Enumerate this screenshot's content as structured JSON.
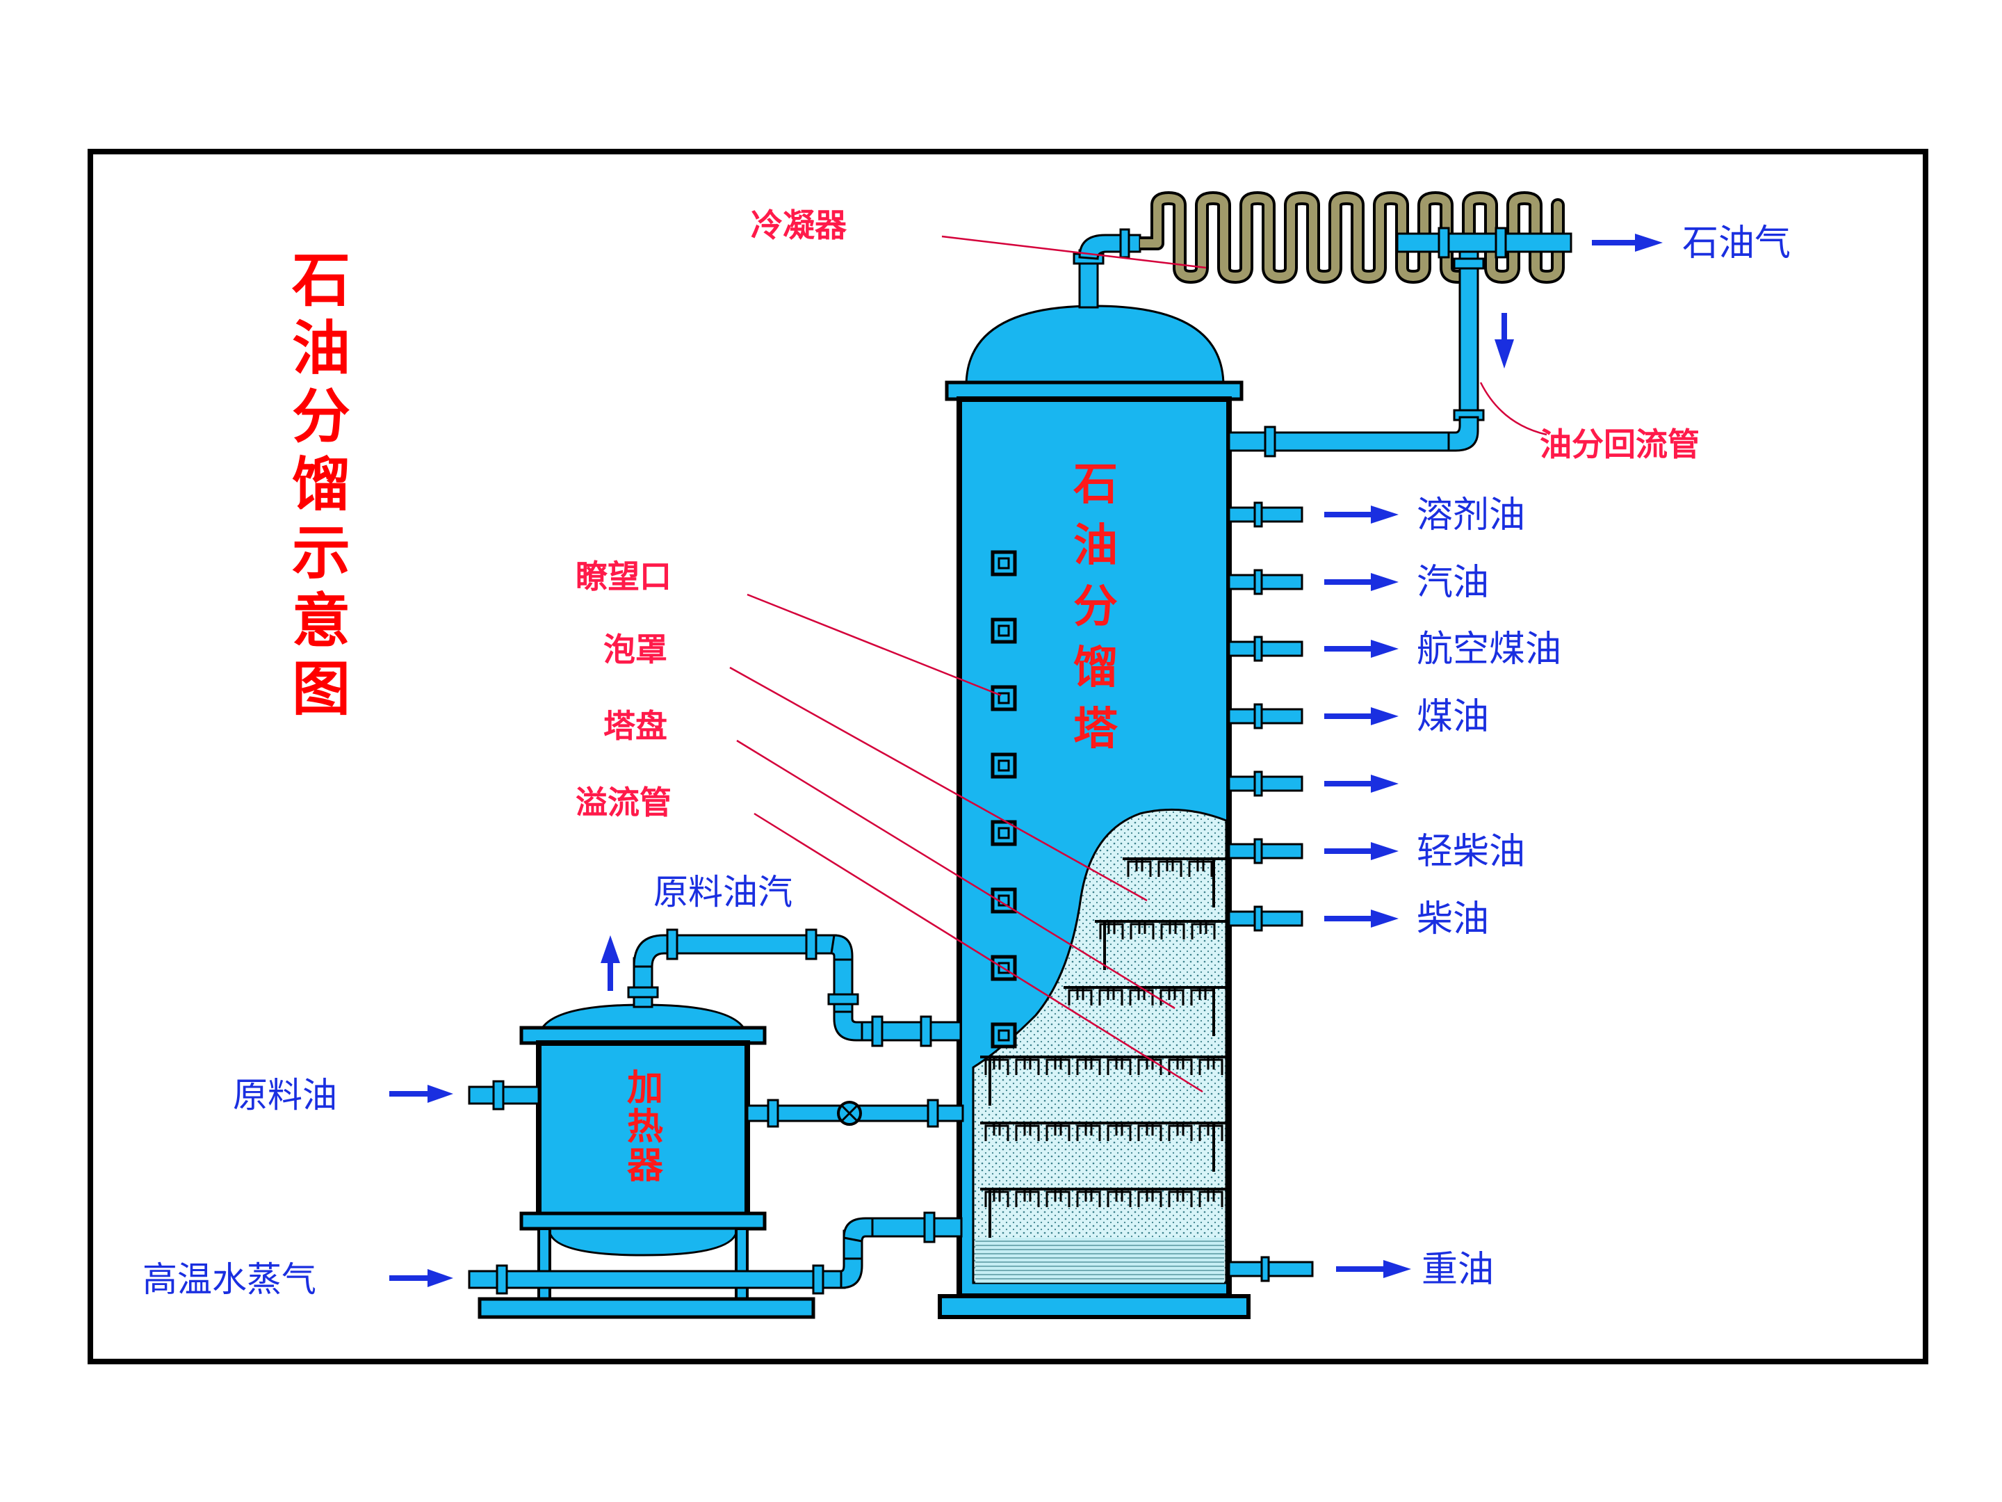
{
  "title_chars": [
    "石",
    "油",
    "分",
    "馏",
    "示",
    "意",
    "图"
  ],
  "tower_title_chars": [
    "石",
    "油",
    "分",
    "馏",
    "塔"
  ],
  "heater_chars": [
    "加",
    "热",
    "器"
  ],
  "part_labels": {
    "condenser": "冷凝器",
    "reflux": "油分回流管",
    "sight_hole": "瞭望口",
    "bubble_cap": "泡罩",
    "tray": "塔盘",
    "overflow": "溢流管",
    "feed_vapor": "原料油汽"
  },
  "inputs": {
    "crude_oil": "原料油",
    "steam": "高温水蒸气"
  },
  "products": [
    {
      "key": "gas",
      "label": "石油气"
    },
    {
      "key": "solvent",
      "label": "溶剂油"
    },
    {
      "key": "gasoline",
      "label": "汽油"
    },
    {
      "key": "jet",
      "label": "航空煤油"
    },
    {
      "key": "kerosene",
      "label": "煤油"
    },
    {
      "key": "unlabeled",
      "label": ""
    },
    {
      "key": "light_diesel",
      "label": "轻柴油"
    },
    {
      "key": "diesel",
      "label": "柴油"
    },
    {
      "key": "heavy",
      "label": "重油"
    }
  ],
  "colors": {
    "vessel": "#19b6f0",
    "cutaway_fill": "#d8f4f8",
    "condenser_coil": "#a09a6a",
    "label_blue": "#1a2fe0",
    "label_red": "#ff1a4a",
    "title_red": "#ff0000"
  }
}
